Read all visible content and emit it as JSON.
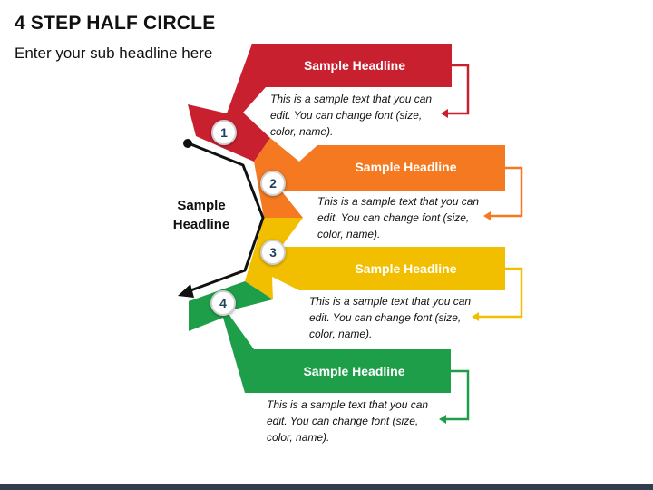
{
  "title": "4 STEP HALF CIRCLE",
  "subtitle": "Enter your sub headline here",
  "center_label": "Sample\nHeadline",
  "colors": {
    "step1": "#c8202f",
    "step2": "#f47920",
    "step3": "#f2bf00",
    "step4": "#1f9e4a"
  },
  "steps": [
    {
      "number": "1",
      "headline": "Sample Headline",
      "text": "This is a sample text that you can edit. You can change font (size, color, name)."
    },
    {
      "number": "2",
      "headline": "Sample Headline",
      "text": "This is a sample text that you can edit. You can change font (size, color, name)."
    },
    {
      "number": "3",
      "headline": "Sample Headline",
      "text": "This is a sample text that you can edit. You can change font (size, color, name)."
    },
    {
      "number": "4",
      "headline": "Sample Headline",
      "text": "This is a sample text that you can edit. You can change font (size, color, name)."
    }
  ]
}
